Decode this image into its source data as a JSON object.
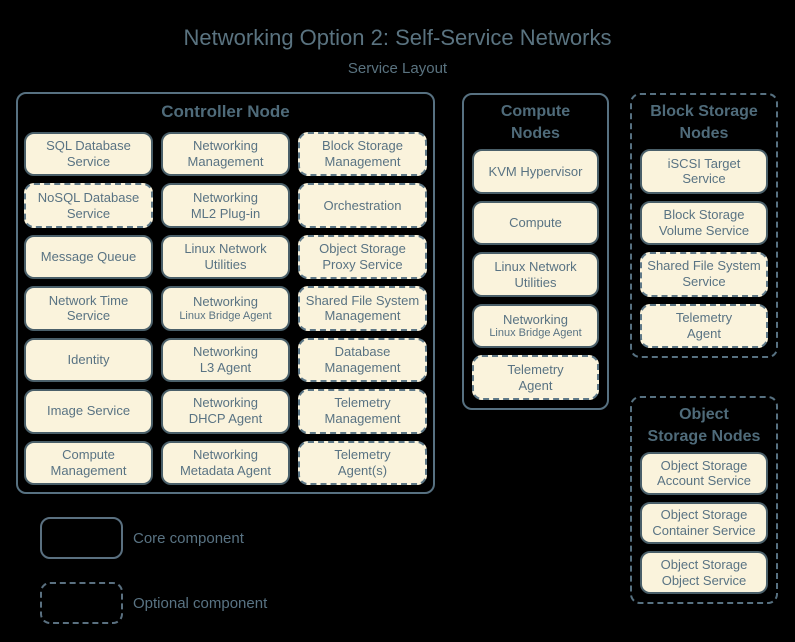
{
  "title": "Networking Option 2: Self-Service Networks",
  "subtitle": "Service Layout",
  "colors": {
    "background": "#000000",
    "box_fill": "#faf3dc",
    "core_border": "#4a5f69",
    "optional_border": "#5e7887",
    "container_border": "#577181",
    "header_text": "#4f6b7a",
    "text": "#597383",
    "title_text": "#5a7380",
    "legend_border": "#5a7080"
  },
  "groups": [
    {
      "name": "Controller Node",
      "title_lines": [
        "Controller Node"
      ],
      "border": "solid",
      "services": [
        {
          "lines": [
            "SQL Database",
            "Service"
          ],
          "type": "core"
        },
        {
          "lines": [
            "Networking",
            "Management"
          ],
          "type": "core"
        },
        {
          "lines": [
            "Block Storage",
            "Management"
          ],
          "type": "optional"
        },
        {
          "lines": [
            "NoSQL Database",
            "Service"
          ],
          "type": "optional"
        },
        {
          "lines": [
            "Networking",
            "ML2 Plug-in"
          ],
          "type": "core"
        },
        {
          "lines": [
            "Orchestration"
          ],
          "type": "optional"
        },
        {
          "lines": [
            "Message Queue"
          ],
          "type": "core"
        },
        {
          "lines": [
            "Linux Network",
            "Utilities"
          ],
          "type": "core"
        },
        {
          "lines": [
            "Object Storage",
            "Proxy Service"
          ],
          "type": "optional"
        },
        {
          "lines": [
            "Network Time",
            "Service"
          ],
          "type": "core"
        },
        {
          "lines": [
            "Networking",
            "Linux Bridge Agent"
          ],
          "type": "core"
        },
        {
          "lines": [
            "Shared File System",
            "Management"
          ],
          "type": "optional"
        },
        {
          "lines": [
            "Identity"
          ],
          "type": "core"
        },
        {
          "lines": [
            "Networking",
            "L3 Agent"
          ],
          "type": "core"
        },
        {
          "lines": [
            "Database",
            "Management"
          ],
          "type": "optional"
        },
        {
          "lines": [
            "Image Service"
          ],
          "type": "core"
        },
        {
          "lines": [
            "Networking",
            "DHCP Agent"
          ],
          "type": "core"
        },
        {
          "lines": [
            "Telemetry",
            "Management"
          ],
          "type": "optional"
        },
        {
          "lines": [
            "Compute",
            "Management"
          ],
          "type": "core"
        },
        {
          "lines": [
            "Networking",
            "Metadata Agent"
          ],
          "type": "core"
        },
        {
          "lines": [
            "Telemetry",
            "Agent(s)"
          ],
          "type": "optional"
        }
      ]
    },
    {
      "name": "Compute Nodes",
      "title_lines": [
        "Compute",
        "Nodes"
      ],
      "border": "solid",
      "services": [
        {
          "lines": [
            "KVM Hypervisor"
          ],
          "type": "core"
        },
        {
          "lines": [
            "Compute"
          ],
          "type": "core"
        },
        {
          "lines": [
            "Linux Network",
            "Utilities"
          ],
          "type": "core"
        },
        {
          "lines": [
            "Networking",
            "Linux Bridge Agent"
          ],
          "type": "core"
        },
        {
          "lines": [
            "Telemetry",
            "Agent"
          ],
          "type": "optional"
        }
      ]
    },
    {
      "name": "Block Storage Nodes",
      "title_lines": [
        "Block Storage",
        "Nodes"
      ],
      "border": "dashed",
      "services": [
        {
          "lines": [
            "iSCSI Target",
            "Service"
          ],
          "type": "core"
        },
        {
          "lines": [
            "Block Storage",
            "Volume Service"
          ],
          "type": "core"
        },
        {
          "lines": [
            "Shared File System",
            "Service"
          ],
          "type": "optional"
        },
        {
          "lines": [
            "Telemetry",
            "Agent"
          ],
          "type": "optional"
        }
      ]
    },
    {
      "name": "Object Storage Nodes",
      "title_lines": [
        "Object",
        "Storage Nodes"
      ],
      "border": "dashed",
      "services": [
        {
          "lines": [
            "Object Storage",
            "Account Service"
          ],
          "type": "core"
        },
        {
          "lines": [
            "Object Storage",
            "Container Service"
          ],
          "type": "core"
        },
        {
          "lines": [
            "Object Storage",
            "Object Service"
          ],
          "type": "core"
        }
      ]
    }
  ],
  "legend": {
    "items": [
      {
        "label": "Core component",
        "style": "solid"
      },
      {
        "label": "Optional component",
        "style": "dashed"
      }
    ]
  }
}
